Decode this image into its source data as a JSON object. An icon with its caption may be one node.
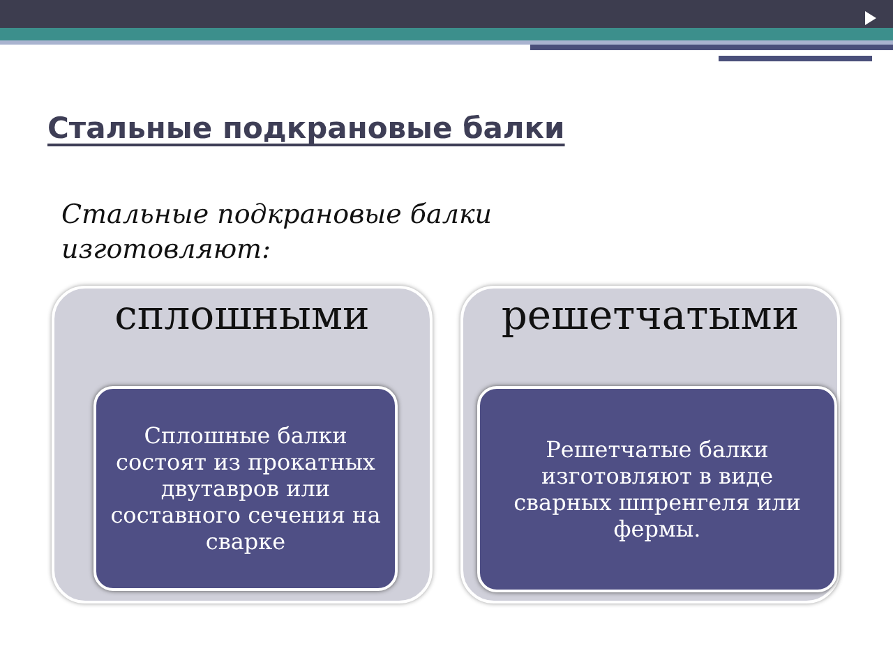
{
  "diagram": {
    "title": "Стальные подкрановые балки",
    "nodes": [
      {
        "text": [
          "сплошными"
        ]
      },
      {
        "text": [
          "Сплошные балки состоят из прокатных двутавров или составного сечения на сварке"
        ],
        "in": 0
      },
      {
        "text": [
          "решетчатыми"
        ]
      },
      {
        "text": [
          "Решетчатые балки изготовляют в виде сварных шпренгеля или фермы."
        ],
        "in": 2
      }
    ],
    "labels": [
      "Стальные подкрановые балки изготовляют:"
    ]
  }
}
